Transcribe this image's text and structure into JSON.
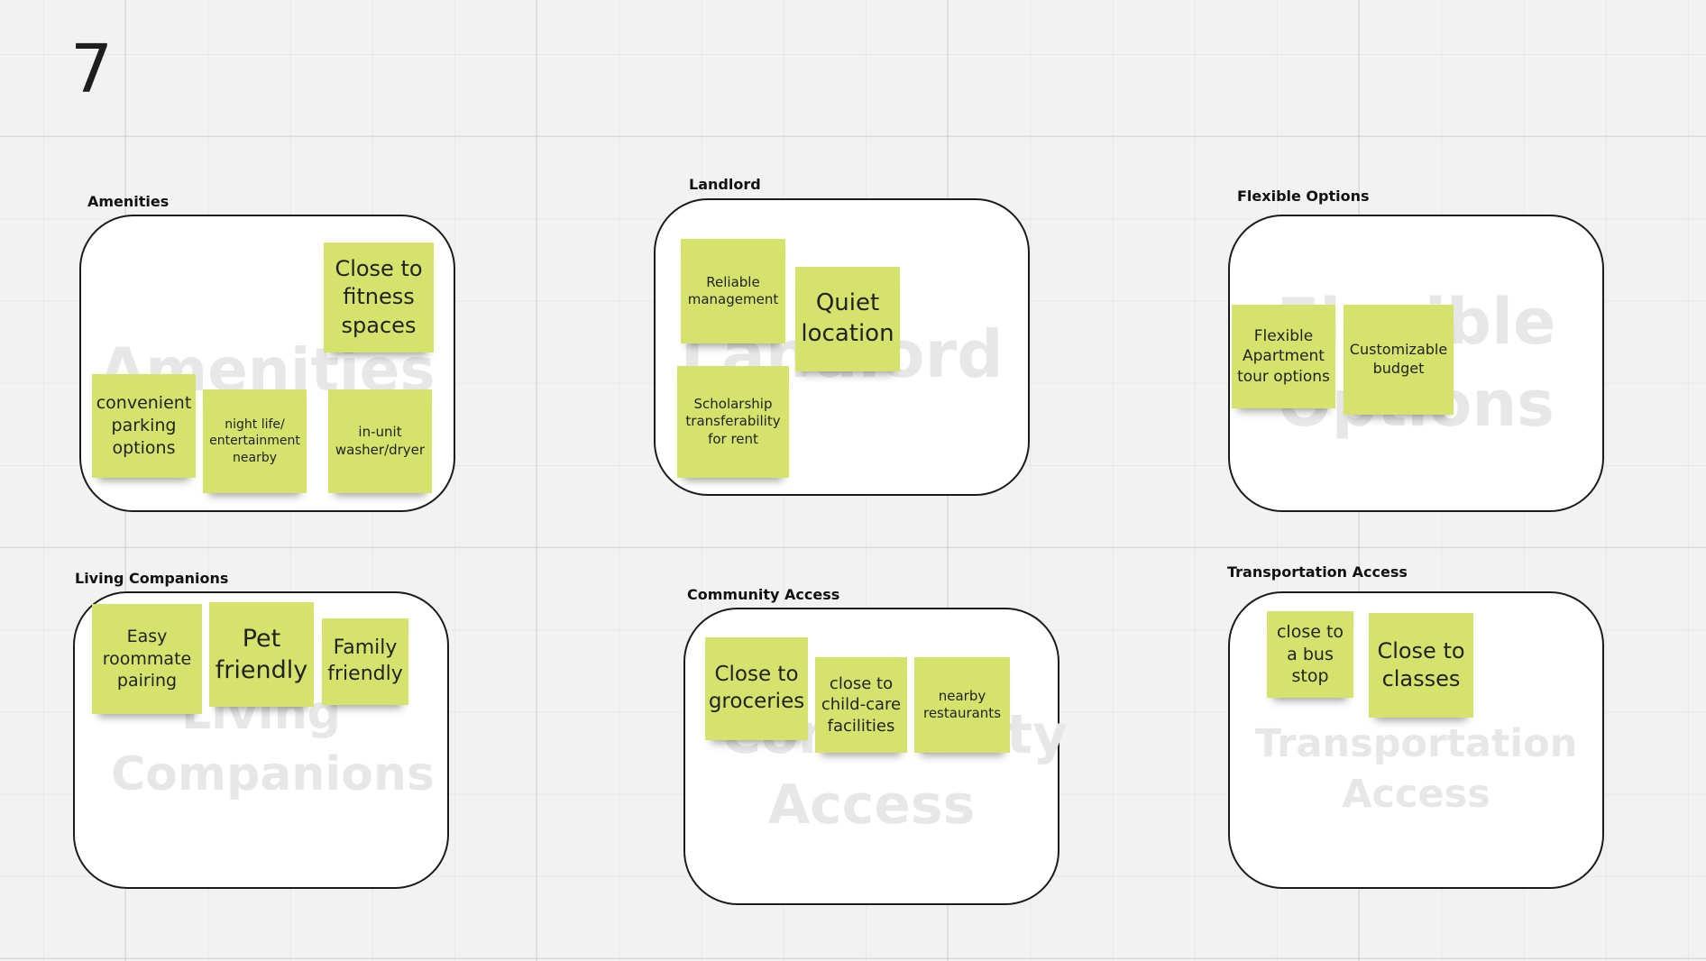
{
  "frame_number": "7",
  "clusters": {
    "amenities": {
      "label": "Amenities",
      "watermark": "Amenities",
      "notes": {
        "fitness": "Close to fitness spaces",
        "parking": "convenient parking options",
        "nightlife": "night life/ entertainment nearby",
        "washer": "in-unit washer/dryer"
      }
    },
    "landlord": {
      "label": "Landlord",
      "watermark": "Landlord",
      "notes": {
        "management": "Reliable management",
        "quiet": "Quiet location",
        "scholarship": "Scholarship transferability for rent"
      }
    },
    "flexible_options": {
      "label": "Flexible Options",
      "watermark": "Flexible Options",
      "notes": {
        "tour": "Flexible Apartment tour options",
        "budget": "Customizable budget"
      }
    },
    "living_companions": {
      "label": "Living Companions",
      "watermark": "Living Companions",
      "notes": {
        "roommate": "Easy roommate pairing",
        "pet": "Pet friendly",
        "family": "Family friendly"
      }
    },
    "community_access": {
      "label": "Community Access",
      "watermark": "Community Access",
      "notes": {
        "groceries": "Close to groceries",
        "childcare": "close to child-care facilities",
        "restaurants": "nearby restaurants"
      }
    },
    "transportation_access": {
      "label": "Transportation Access",
      "watermark": "Transportation Access",
      "notes": {
        "bus": "close to a bus stop",
        "classes": "Close to classes"
      }
    }
  },
  "colors": {
    "sticky_note": "#d5e36d",
    "canvas": "#f2f2f2",
    "cluster_border": "#1b1b1b",
    "watermark": "#e7e7e7"
  }
}
